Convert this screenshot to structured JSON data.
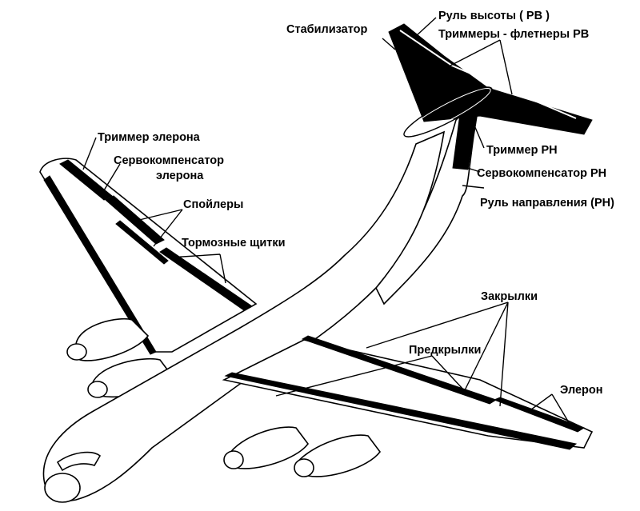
{
  "labels": {
    "stabilizer": "Стабилизатор",
    "elevator": "Руль высоты ( РВ )",
    "elevator_trim_tabs": "Триммеры - флетнеры РВ",
    "rudder_trim": "Триммер РН",
    "rudder_servo": "Сервокомпенсатор РН",
    "rudder": "Руль направления (РН)",
    "aileron_trim": "Триммер элерона",
    "aileron_servo_1": "Сервокомпенсатор",
    "aileron_servo_2": "элерона",
    "spoilers": "Спойлеры",
    "air_brakes": "Тормозные щитки",
    "flaps": "Закрылки",
    "slats": "Предкрылки",
    "aileron": "Элерон"
  }
}
